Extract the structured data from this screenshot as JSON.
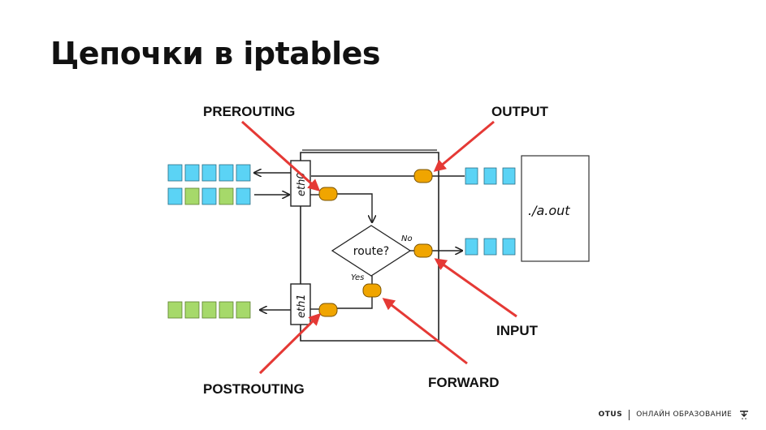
{
  "slide": {
    "title": "Цепочки в iptables"
  },
  "diagram": {
    "labels": {
      "prerouting": "PREROUTING",
      "output": "OUTPUT",
      "input": "INPUT",
      "forward": "FORWARD",
      "postrouting": "POSTROUTING",
      "eth0": "eth0",
      "eth1": "eth1",
      "route": "route?",
      "no": "No",
      "yes": "Yes",
      "process": "./a.out"
    },
    "colors": {
      "packet_blue": "#5BD3F5",
      "packet_green": "#A6D96A",
      "hook_orange": "#F0A500",
      "arrow_red": "#E53935"
    }
  },
  "footer": {
    "brand": "OTUS",
    "tagline": "ОНЛАЙН ОБРАЗОВАНИЕ"
  }
}
